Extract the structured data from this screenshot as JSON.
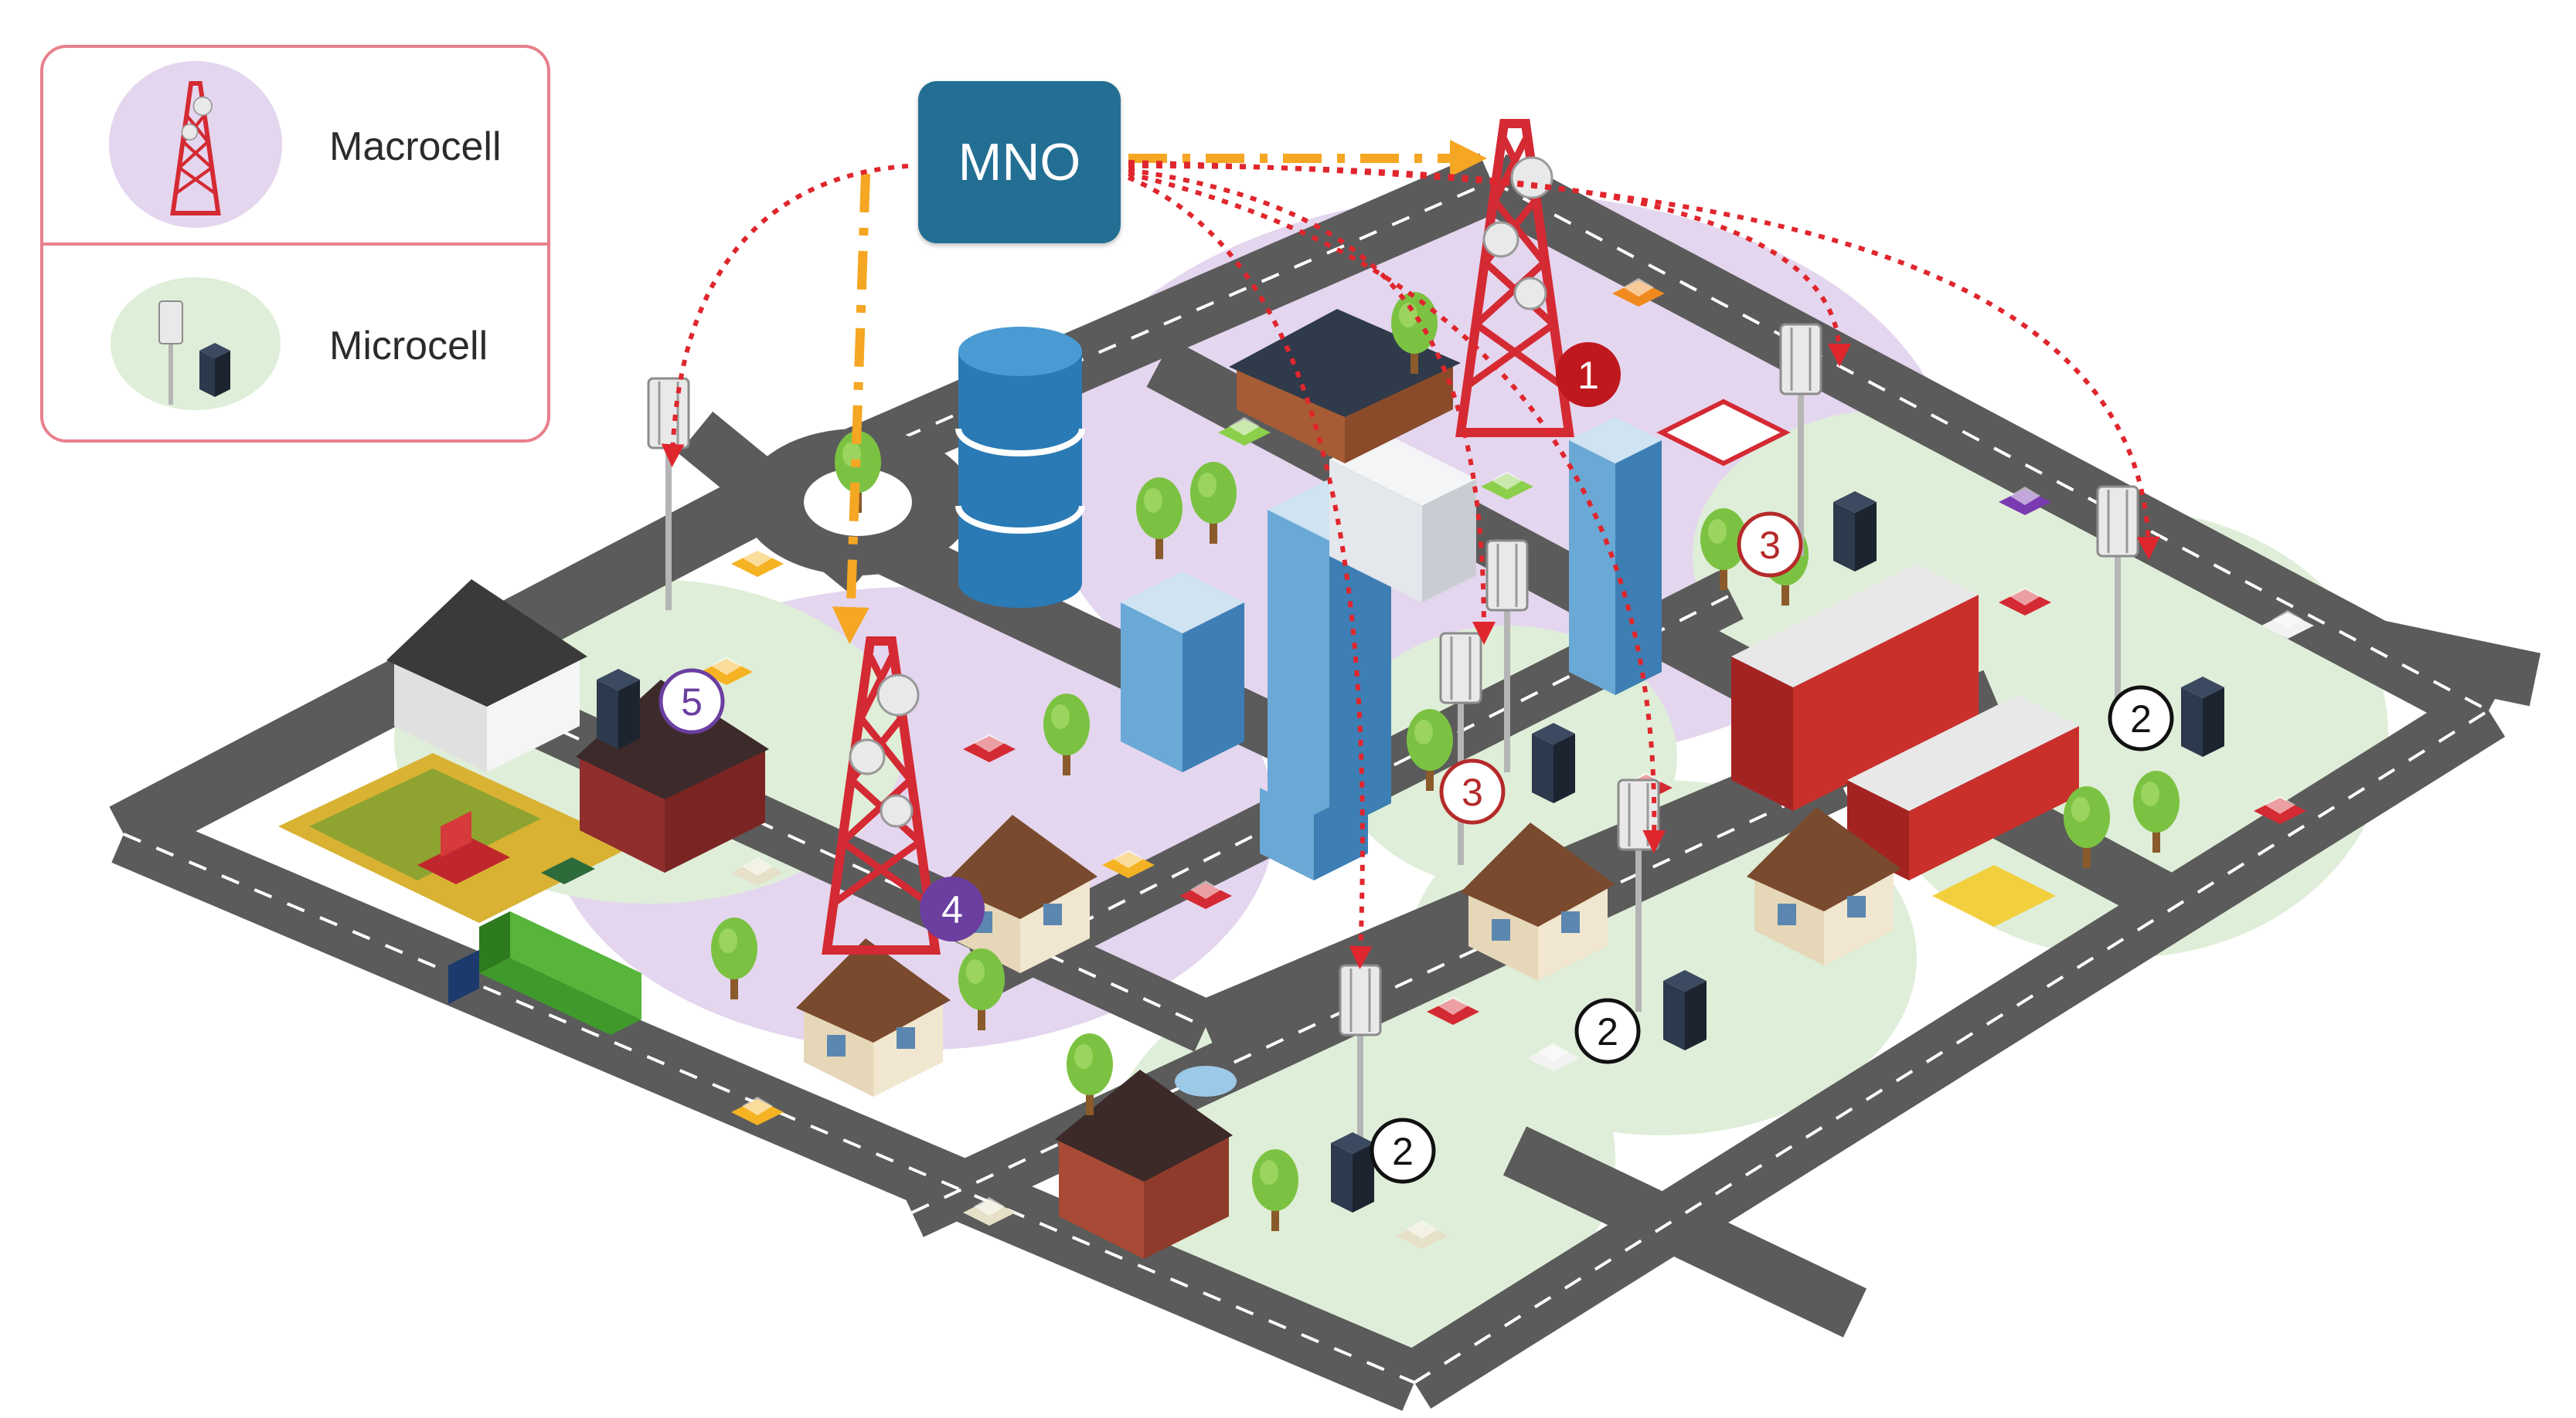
{
  "legend": {
    "macrocell_label": "Macrocell",
    "microcell_label": "Microcell"
  },
  "mno_label": "MNO",
  "markers": [
    {
      "id": "m1",
      "label": "1",
      "style": "solid-red"
    },
    {
      "id": "m2a",
      "label": "2",
      "style": "outline-black"
    },
    {
      "id": "m2b",
      "label": "2",
      "style": "outline-black"
    },
    {
      "id": "m2c",
      "label": "2",
      "style": "outline-black"
    },
    {
      "id": "m3a",
      "label": "3",
      "style": "outline-red"
    },
    {
      "id": "m3b",
      "label": "3",
      "style": "outline-red"
    },
    {
      "id": "m4",
      "label": "4",
      "style": "solid-purple"
    },
    {
      "id": "m5",
      "label": "5",
      "style": "outline-purple"
    }
  ],
  "colors": {
    "road": "#5b5b5b",
    "macro_zone": "#e4d6ee",
    "micro_zone": "#dfeed8",
    "tower_red": "#d42a33",
    "mno_box": "#236f94",
    "database": "#2a7bb5",
    "link_dotted": "#e0262d",
    "link_dashdot": "#f5a623"
  }
}
